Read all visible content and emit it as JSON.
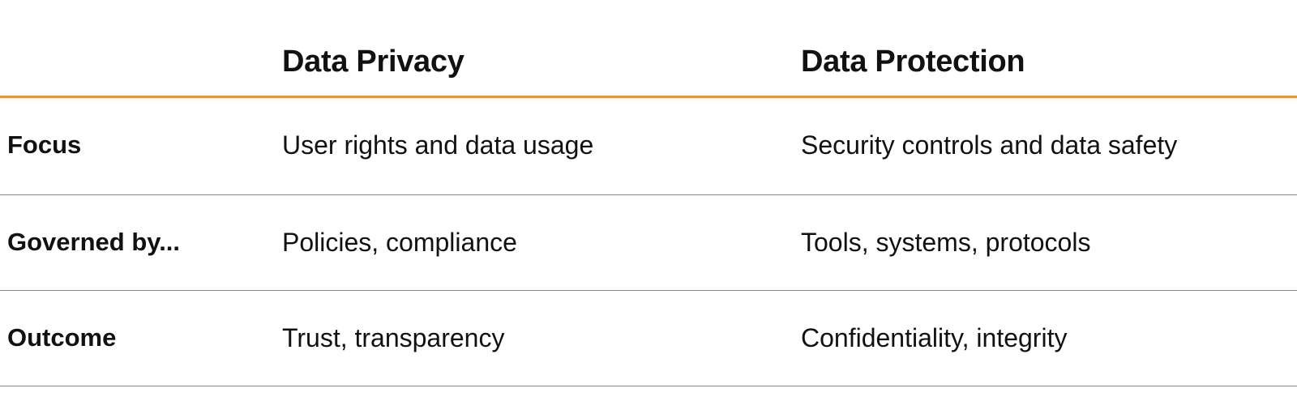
{
  "table": {
    "columns": [
      "",
      "Data Privacy",
      "Data Protection"
    ],
    "rows": [
      {
        "label": "Focus",
        "privacy": "User rights and data usage",
        "protection": "Security controls and data safety"
      },
      {
        "label": "Governed by...",
        "privacy": "Policies, compliance",
        "protection": "Tools, systems, protocols"
      },
      {
        "label": "Outcome",
        "privacy": "Trust, transparency",
        "protection": "Confidentiality, integrity"
      }
    ]
  },
  "colors": {
    "header_rule": "#f0991e",
    "row_rule": "#8a8a8a",
    "text": "#111111"
  }
}
